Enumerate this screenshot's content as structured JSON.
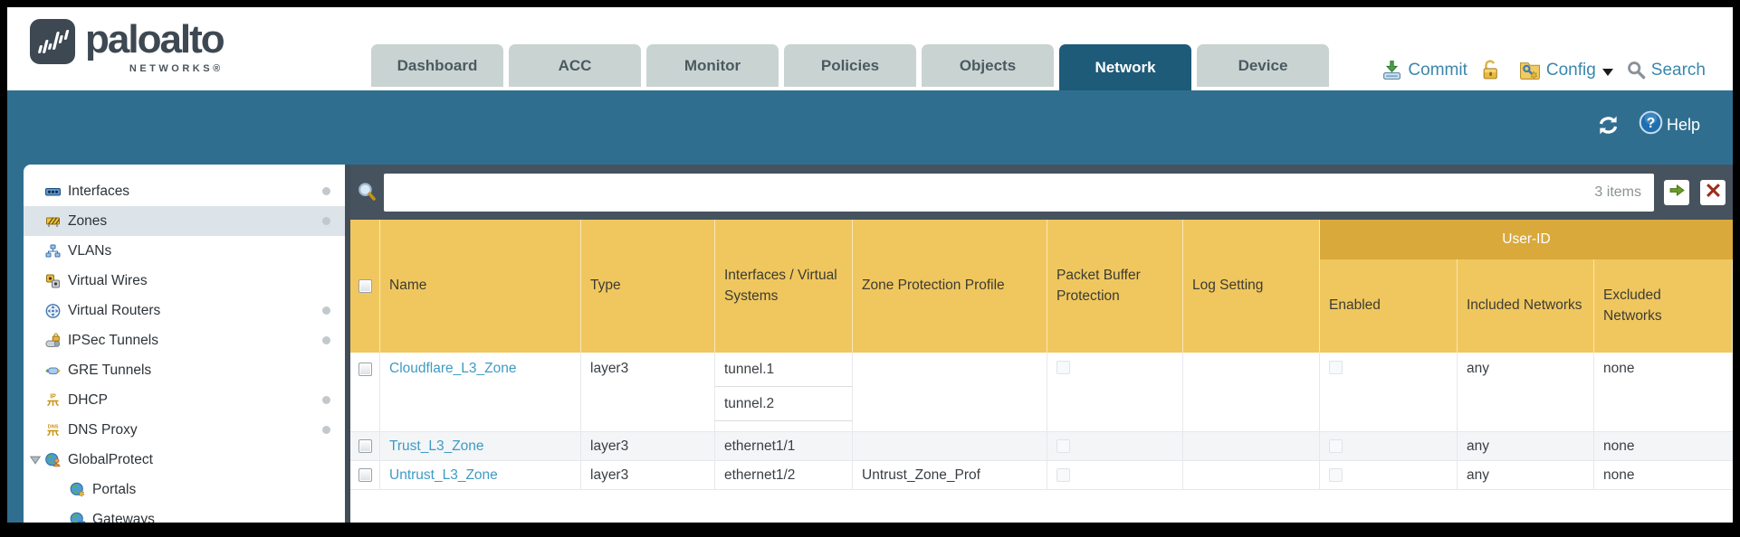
{
  "brand": {
    "name": "paloalto",
    "subtitle": "NETWORKS®"
  },
  "nav": {
    "tabs": [
      {
        "label": "Dashboard",
        "active": false
      },
      {
        "label": "ACC",
        "active": false
      },
      {
        "label": "Monitor",
        "active": false
      },
      {
        "label": "Policies",
        "active": false
      },
      {
        "label": "Objects",
        "active": false
      },
      {
        "label": "Network",
        "active": true
      },
      {
        "label": "Device",
        "active": false
      }
    ],
    "commit_label": "Commit",
    "config_label": "Config",
    "search_label": "Search"
  },
  "toolbar": {
    "help_label": "Help"
  },
  "filter": {
    "value": "",
    "items_count": "3 items"
  },
  "sidebar": [
    {
      "label": "Interfaces",
      "icon": "interfaces-icon",
      "dot": true
    },
    {
      "label": "Zones",
      "icon": "zones-icon",
      "dot": true,
      "selected": true
    },
    {
      "label": "VLANs",
      "icon": "vlans-icon"
    },
    {
      "label": "Virtual Wires",
      "icon": "virtual-wires-icon"
    },
    {
      "label": "Virtual Routers",
      "icon": "virtual-routers-icon",
      "dot": true
    },
    {
      "label": "IPSec Tunnels",
      "icon": "ipsec-tunnels-icon",
      "dot": true
    },
    {
      "label": "GRE Tunnels",
      "icon": "gre-tunnels-icon"
    },
    {
      "label": "DHCP",
      "icon": "dhcp-icon",
      "dot": true
    },
    {
      "label": "DNS Proxy",
      "icon": "dns-proxy-icon",
      "dot": true
    },
    {
      "label": "GlobalProtect",
      "icon": "globalprotect-icon",
      "expanded": true
    },
    {
      "label": "Portals",
      "icon": "portals-icon",
      "child": true
    },
    {
      "label": "Gateways",
      "icon": "gateways-icon",
      "child": true
    }
  ],
  "table": {
    "group_header": "User-ID",
    "columns": [
      "Name",
      "Type",
      "Interfaces / Virtual Systems",
      "Zone Protection Profile",
      "Packet Buffer Protection",
      "Log Setting",
      "Enabled",
      "Included Networks",
      "Excluded Networks"
    ],
    "rows": [
      {
        "name": "Cloudflare_L3_Zone",
        "type": "layer3",
        "interfaces": [
          "tunnel.1",
          "tunnel.2"
        ],
        "zone_protection_profile": "",
        "packet_buffer_protection": false,
        "log_setting": "",
        "user_id_enabled": false,
        "included_networks": "any",
        "excluded_networks": "none",
        "shaded": false
      },
      {
        "name": "Trust_L3_Zone",
        "type": "layer3",
        "interfaces": [
          "ethernet1/1"
        ],
        "zone_protection_profile": "",
        "packet_buffer_protection": false,
        "log_setting": "",
        "user_id_enabled": false,
        "included_networks": "any",
        "excluded_networks": "none",
        "shaded": true
      },
      {
        "name": "Untrust_L3_Zone",
        "type": "layer3",
        "interfaces": [
          "ethernet1/2"
        ],
        "zone_protection_profile": "Untrust_Zone_Prof",
        "packet_buffer_protection": false,
        "log_setting": "",
        "user_id_enabled": false,
        "included_networks": "any",
        "excluded_networks": "none",
        "shaded": false
      }
    ]
  },
  "colors": {
    "teal_band": "#306e90",
    "active_tab": "#1e5b79",
    "inactive_tab": "#c9d4d2",
    "filter_bar": "#46525e",
    "header_gold": "#f0c75f",
    "group_gold": "#d9a93c",
    "link_blue": "#3f9bc4",
    "shaded_row": "#f3f5f7"
  }
}
